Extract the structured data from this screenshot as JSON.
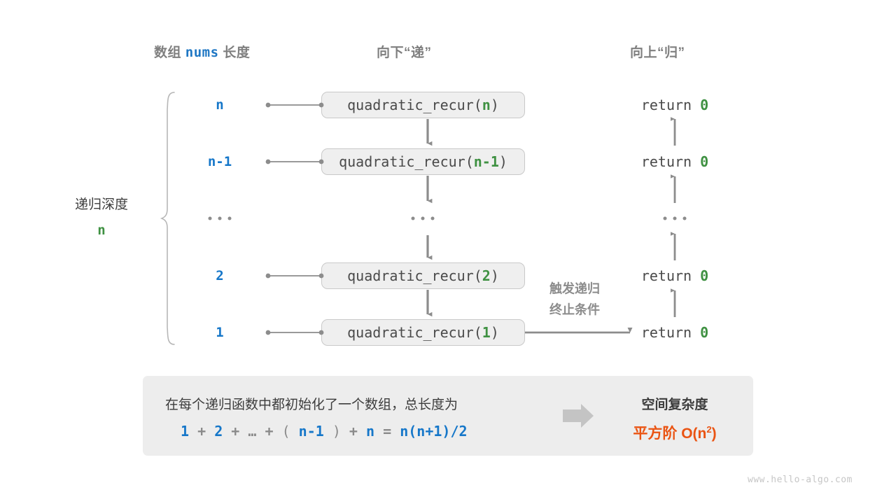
{
  "headers": {
    "left_prefix": "数组",
    "left_mono": "nums",
    "left_suffix": "长度",
    "middle": "向下“递”",
    "right": "向上“归”"
  },
  "depth": {
    "label": "递归深度",
    "value": "n"
  },
  "rows": [
    {
      "length": "n",
      "call_prefix": "quadratic_recur(",
      "arg": "n",
      "call_suffix": ")",
      "return_text": "return ",
      "return_value": "0"
    },
    {
      "length": "n-1",
      "call_prefix": "quadratic_recur(",
      "arg": "n-1",
      "call_suffix": ")",
      "return_text": "return ",
      "return_value": "0"
    },
    {
      "length": "...",
      "call_prefix": "...",
      "arg": "",
      "call_suffix": "",
      "return_text": "...",
      "return_value": ""
    },
    {
      "length": "2",
      "call_prefix": "quadratic_recur(",
      "arg": "2",
      "call_suffix": ")",
      "return_text": "return ",
      "return_value": "0"
    },
    {
      "length": "1",
      "call_prefix": "quadratic_recur(",
      "arg": "1",
      "call_suffix": ")",
      "return_text": "return ",
      "return_value": "0"
    }
  ],
  "trigger_note": {
    "line1": "触发递归",
    "line2": "终止条件"
  },
  "panel": {
    "description": "在每个递归函数中都初始化了一个数组，总长度为",
    "formula": [
      {
        "text": "1",
        "kind": "term"
      },
      {
        "text": "+",
        "kind": "op"
      },
      {
        "text": "2",
        "kind": "term"
      },
      {
        "text": "+",
        "kind": "op"
      },
      {
        "text": "…",
        "kind": "op"
      },
      {
        "text": "+",
        "kind": "op"
      },
      {
        "text": "(",
        "kind": "paren"
      },
      {
        "text": "n-1",
        "kind": "term"
      },
      {
        "text": ")",
        "kind": "paren"
      },
      {
        "text": "+",
        "kind": "op"
      },
      {
        "text": "n",
        "kind": "term"
      },
      {
        "text": "=",
        "kind": "op"
      },
      {
        "text": "n(n+1)/2",
        "kind": "term"
      }
    ],
    "right_title": "空间复杂度",
    "right_value_prefix": "平方阶  O(n",
    "right_value_sup": "2",
    "right_value_suffix": ")"
  },
  "watermark": "www.hello-algo.com",
  "colors": {
    "blue": "#1677c9",
    "green": "#3f9142",
    "orange": "#ea5413",
    "gray_text": "#3c3c3c",
    "gray_muted": "#8c8c8c",
    "box_fill": "#efefef",
    "box_border": "#c9c9c9",
    "panel_fill": "#ededed",
    "arrow": "#8c8c8c"
  }
}
